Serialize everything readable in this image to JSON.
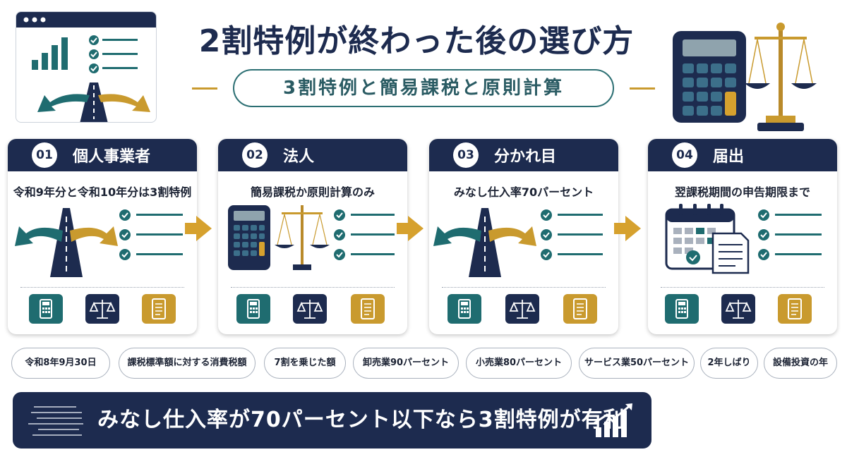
{
  "title": "2割特例が終わった後の選び方",
  "subtitle": "3割特例と簡易課税と原則計算",
  "cards": [
    {
      "num": "01",
      "title": "個人事業者",
      "text": "令和9年分と令和10年分は3割特例",
      "illus": "road-fork"
    },
    {
      "num": "02",
      "title": "法人",
      "text": "簡易課税か原則計算のみ",
      "illus": "calculator-and-scales"
    },
    {
      "num": "03",
      "title": "分かれ目",
      "text": "みなし仕入率70パーセント",
      "illus": "road-fork"
    },
    {
      "num": "04",
      "title": "届出",
      "text": "翌課税期間の申告期限まで",
      "illus": "calendar-document"
    }
  ],
  "card_icons": [
    "calculator-icon",
    "scales-icon",
    "document-icon"
  ],
  "pills": [
    "令和8年9月30日",
    "課税標準額に対する消費税額",
    "7割を乗じた額",
    "卸売業90パーセント",
    "小売業80パーセント",
    "サービス業50パーセント",
    "2年しばり",
    "設備投資の年"
  ],
  "banner": "みなし仕入率が70パーセント以下なら3割特例が有利",
  "colors": {
    "navy": "#1d2b4f",
    "teal": "#1f6c70",
    "gold": "#c99a2e",
    "arrow": "#d6a12e"
  }
}
